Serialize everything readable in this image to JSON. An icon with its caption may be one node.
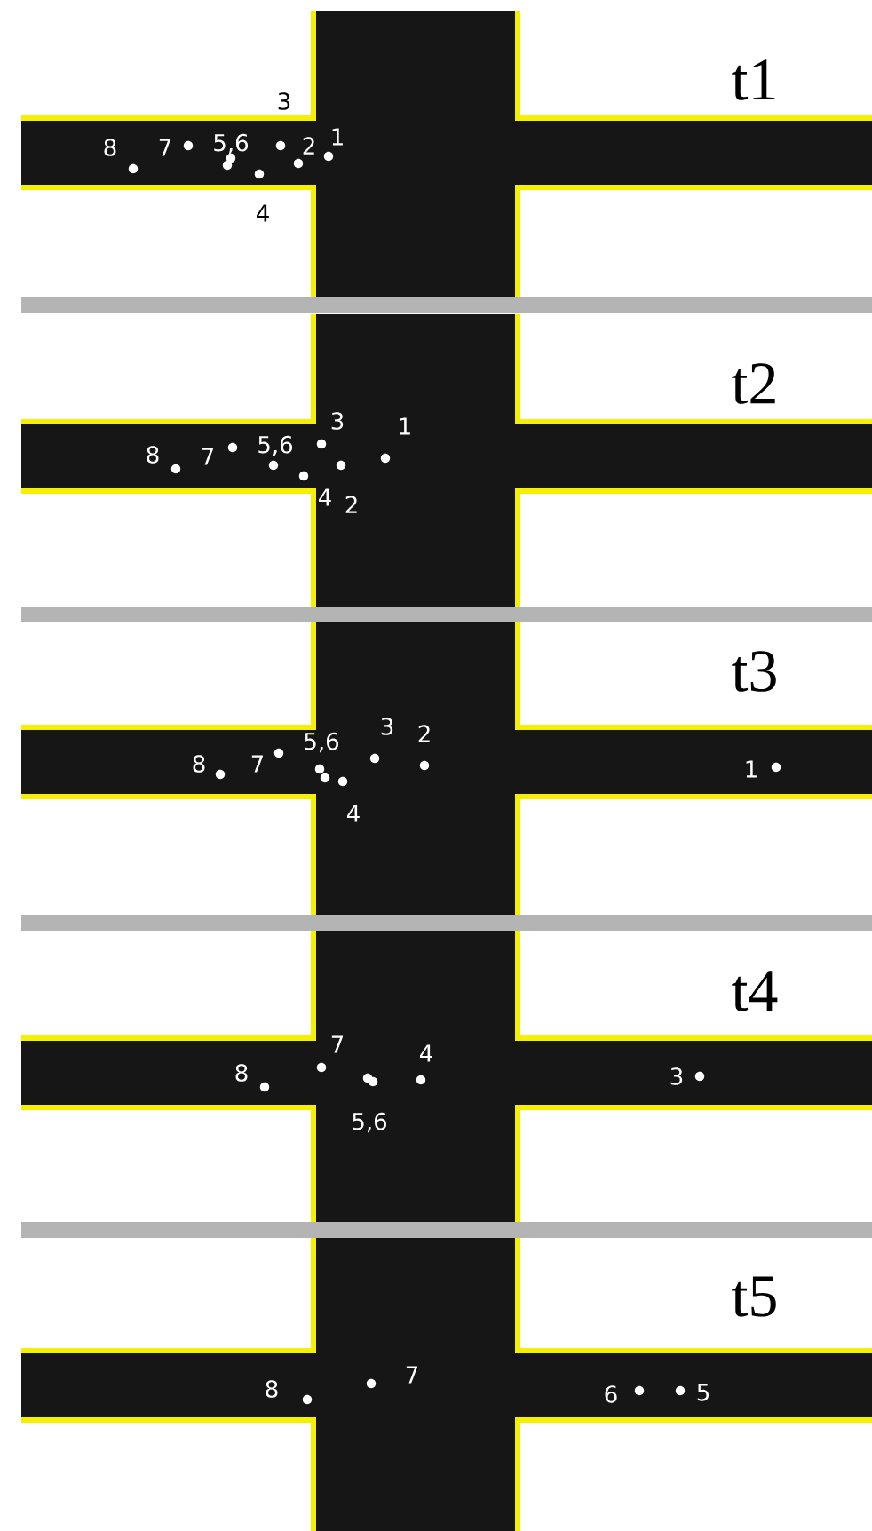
{
  "diagram": {
    "labels": [
      "t1",
      "3",
      "8",
      "7",
      "5,6",
      "2",
      "1",
      "4",
      "t2",
      "3",
      "1",
      "8",
      "7",
      "5,6",
      "4",
      "2",
      "t3",
      "3",
      "2",
      "5,6",
      "8",
      "7",
      "1",
      "4",
      "t4",
      "7",
      "4",
      "8",
      "3",
      "5,6",
      "t5",
      "7",
      "8",
      "6",
      "5"
    ]
  }
}
